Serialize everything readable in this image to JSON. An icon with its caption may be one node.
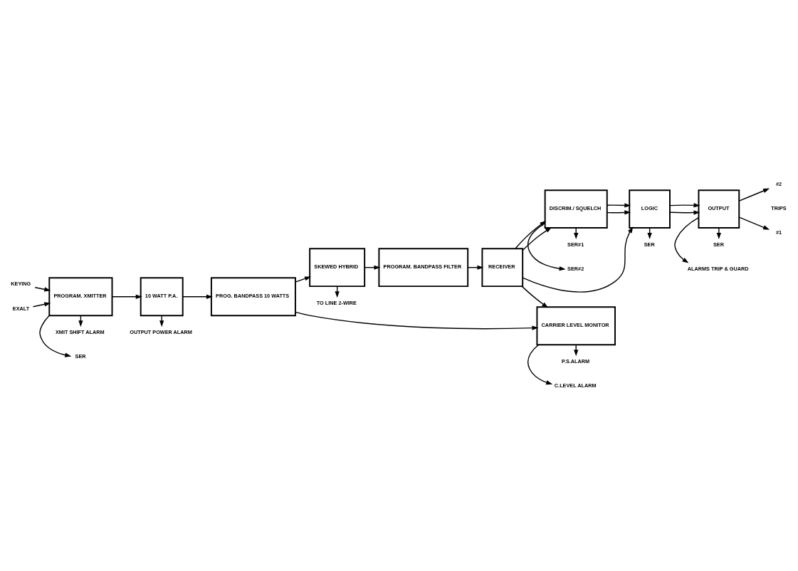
{
  "diagram": {
    "nodes": [
      {
        "text": [
          "PROGRAM. XMITTER"
        ]
      },
      {
        "text": [
          "10 WATT P.A."
        ]
      },
      {
        "text": [
          "PROG. BANDPASS 10 WATTS"
        ]
      },
      {
        "text": [
          "SKEWED HYBRID"
        ]
      },
      {
        "text": [
          "CARRIER LEVEL MONITOR"
        ]
      },
      {
        "text": [
          "OUTPUT"
        ]
      },
      {
        "text": [
          "LOGIC"
        ]
      },
      {
        "text": [
          "DISCRIM./ SQUELCH"
        ]
      },
      {
        "text": [
          "RECEIVER"
        ]
      },
      {
        "text": [
          "PROGRAM. BANDPASS FILTER"
        ]
      },
      {
        "text": [
          "KEYING"
        ]
      },
      {
        "text": [
          "EXALT"
        ]
      },
      {
        "text": [
          "XMIT SHIFT ALARM"
        ]
      },
      {
        "text": [
          "SER"
        ]
      },
      {
        "text": [
          "OUTPUT POWER ALARM"
        ]
      },
      {
        "text": [
          "TO LINE 2-WIRE"
        ]
      },
      {
        "text": [
          "P.S.ALARM"
        ]
      },
      {
        "text": [
          "C.LEVEL ALARM"
        ]
      },
      {
        "text": [
          "SER"
        ]
      },
      {
        "text": [
          "#1"
        ]
      },
      {
        "text": [
          "#2"
        ]
      },
      {
        "text": [
          "SER"
        ]
      },
      {
        "text": [
          "ALARMS TRIP & GUARD"
        ]
      },
      {
        "text": [
          "SER#1"
        ]
      },
      {
        "text": [
          "SER#2"
        ]
      }
    ],
    "edges": [
      {
        "from": 10,
        "to": 0,
        "arrow": "to"
      },
      {
        "from": 11,
        "to": 0,
        "arrow": "to"
      },
      {
        "from": 0,
        "to": 12,
        "arrow": "to"
      },
      {
        "from": 0,
        "to": 13,
        "arrow": "to"
      },
      {
        "from": 0,
        "to": 1,
        "arrow": "to"
      },
      {
        "from": 1,
        "to": 14,
        "arrow": "to"
      },
      {
        "from": 1,
        "to": 2,
        "arrow": "to"
      },
      {
        "from": 2,
        "to": 3,
        "arrow": "to"
      },
      {
        "from": 3,
        "to": 15,
        "arrow": "to"
      },
      {
        "from": 2,
        "to": 4,
        "arrow": "to"
      },
      {
        "from": 4,
        "to": 16,
        "arrow": "to"
      },
      {
        "from": 4,
        "to": 17,
        "arrow": "to"
      },
      {
        "from": 3,
        "to": 9,
        "arrow": "to"
      },
      {
        "from": 9,
        "to": 8,
        "arrow": "to"
      },
      {
        "from": 8,
        "to": 4,
        "arrow": "to"
      },
      {
        "from": 8,
        "to": 6,
        "arrow": "to"
      },
      {
        "from": 8,
        "to": 7,
        "arrow": "to"
      },
      {
        "from": 8,
        "to": 7,
        "arrow": "to"
      },
      {
        "from": 7,
        "to": 6,
        "arrow": "to"
      },
      {
        "from": 7,
        "to": 6,
        "arrow": "to"
      },
      {
        "from": 7,
        "to": 23,
        "arrow": "to"
      },
      {
        "from": 7,
        "to": 24,
        "arrow": "to"
      },
      {
        "from": 6,
        "to": 18,
        "arrow": "to"
      },
      {
        "from": 6,
        "to": 5,
        "arrow": "to"
      },
      {
        "from": 6,
        "to": 5,
        "arrow": "to"
      },
      {
        "from": 5,
        "to": 19,
        "arrow": "to"
      },
      {
        "from": 5,
        "to": 20,
        "arrow": "to"
      },
      {
        "from": 5,
        "to": 21,
        "arrow": "to"
      },
      {
        "from": 5,
        "to": 22,
        "arrow": "to"
      }
    ],
    "labels": [
      "TRIPS"
    ]
  }
}
